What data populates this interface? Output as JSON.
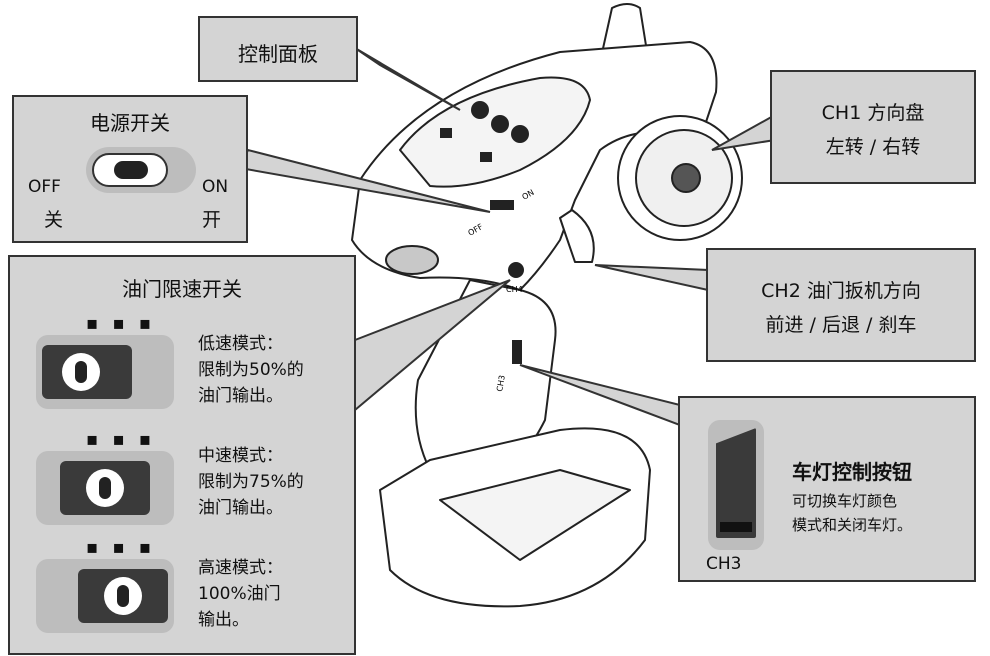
{
  "control_panel": {
    "title": "控制面板"
  },
  "power_switch": {
    "title": "电源开关",
    "off_en": "OFF",
    "off_cn": "关",
    "on_en": "ON",
    "on_cn": "开"
  },
  "ch1": {
    "line1": "CH1 方向盘",
    "line2": "左转 / 右转"
  },
  "ch2": {
    "line1": "CH2 油门扳机方向",
    "line2": "前进 / 后退 / 刹车"
  },
  "throttle_limit": {
    "title": "油门限速开关",
    "modes": [
      {
        "line1": "低速模式：",
        "line2": "限制为50%的",
        "line3": "油门输出。"
      },
      {
        "line1": "中速模式：",
        "line2": "限制为75%的",
        "line3": "油门输出。"
      },
      {
        "line1": "高速模式：",
        "line2": "100%油门",
        "line3": "输出。"
      }
    ]
  },
  "ch3": {
    "title": "车灯控制按钮",
    "desc1": "可切换车灯颜色",
    "desc2": "模式和关闭车灯。",
    "label": "CH3"
  },
  "device_labels": {
    "off": "OFF",
    "on": "ON",
    "ch4": "CH4",
    "ch3": "CH3"
  },
  "colors": {
    "box_bg": "#d4d4d4",
    "border": "#333333",
    "switch_dark": "#3a3a3a",
    "switch_light": "#bdbdbd"
  }
}
